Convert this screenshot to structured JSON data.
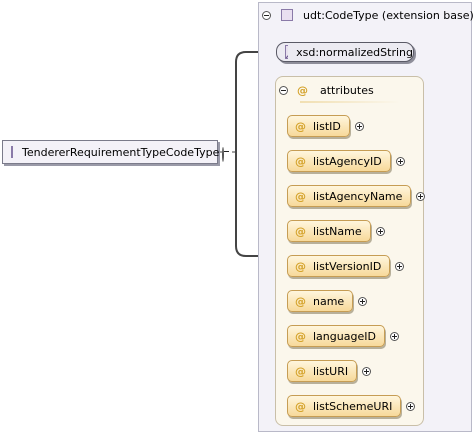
{
  "root": {
    "name": "TendererRequirementTypeCodeType"
  },
  "extension": {
    "title": "udt:CodeType (extension base)",
    "base_type": "xsd:normalizedString"
  },
  "attributes_group": {
    "label": "attributes",
    "items": [
      {
        "name": "listID"
      },
      {
        "name": "listAgencyID"
      },
      {
        "name": "listAgencyName"
      },
      {
        "name": "listName"
      },
      {
        "name": "listVersionID"
      },
      {
        "name": "name"
      },
      {
        "name": "languageID"
      },
      {
        "name": "listURI"
      },
      {
        "name": "listSchemeURI"
      }
    ]
  },
  "symbols": {
    "attribute_marker": "@"
  },
  "colors": {
    "attribute_fill": "#f7d99a",
    "attribute_border": "#c69d54",
    "attribute_marker": "#d4a22a",
    "panel_fill": "#f3f2f8"
  }
}
